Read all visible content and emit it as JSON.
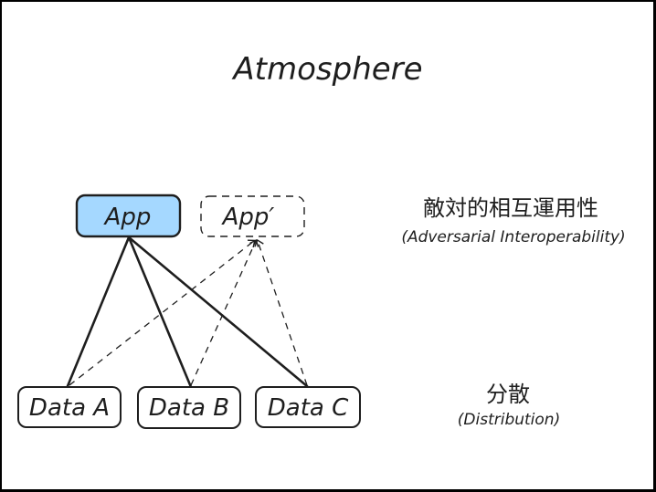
{
  "diagram": {
    "title": "Atmosphere",
    "colors": {
      "stroke": "#1e1e1e",
      "app_fill": "#a5d8ff",
      "background": "#ffffff"
    },
    "nodes": [
      {
        "id": "app",
        "label": "App",
        "style": "solid-filled"
      },
      {
        "id": "app_prime",
        "label": "App′",
        "style": "dashed"
      },
      {
        "id": "data_a",
        "label": "Data A",
        "style": "solid"
      },
      {
        "id": "data_b",
        "label": "Data B",
        "style": "solid"
      },
      {
        "id": "data_c",
        "label": "Data C",
        "style": "solid"
      }
    ],
    "edges": [
      {
        "from": "app",
        "to": "data_a",
        "style": "solid"
      },
      {
        "from": "app",
        "to": "data_b",
        "style": "solid"
      },
      {
        "from": "app",
        "to": "data_c",
        "style": "solid"
      },
      {
        "from": "data_a",
        "to": "app_prime",
        "style": "dashed-arrow"
      },
      {
        "from": "data_b",
        "to": "app_prime",
        "style": "dashed-arrow"
      },
      {
        "from": "data_c",
        "to": "app_prime",
        "style": "dashed-arrow"
      }
    ],
    "annotations": {
      "top": {
        "japanese": "敵対的相互運用性",
        "english": "(Adversarial Interoperability)"
      },
      "bottom": {
        "japanese": "分散",
        "english": "(Distribution)"
      }
    }
  }
}
